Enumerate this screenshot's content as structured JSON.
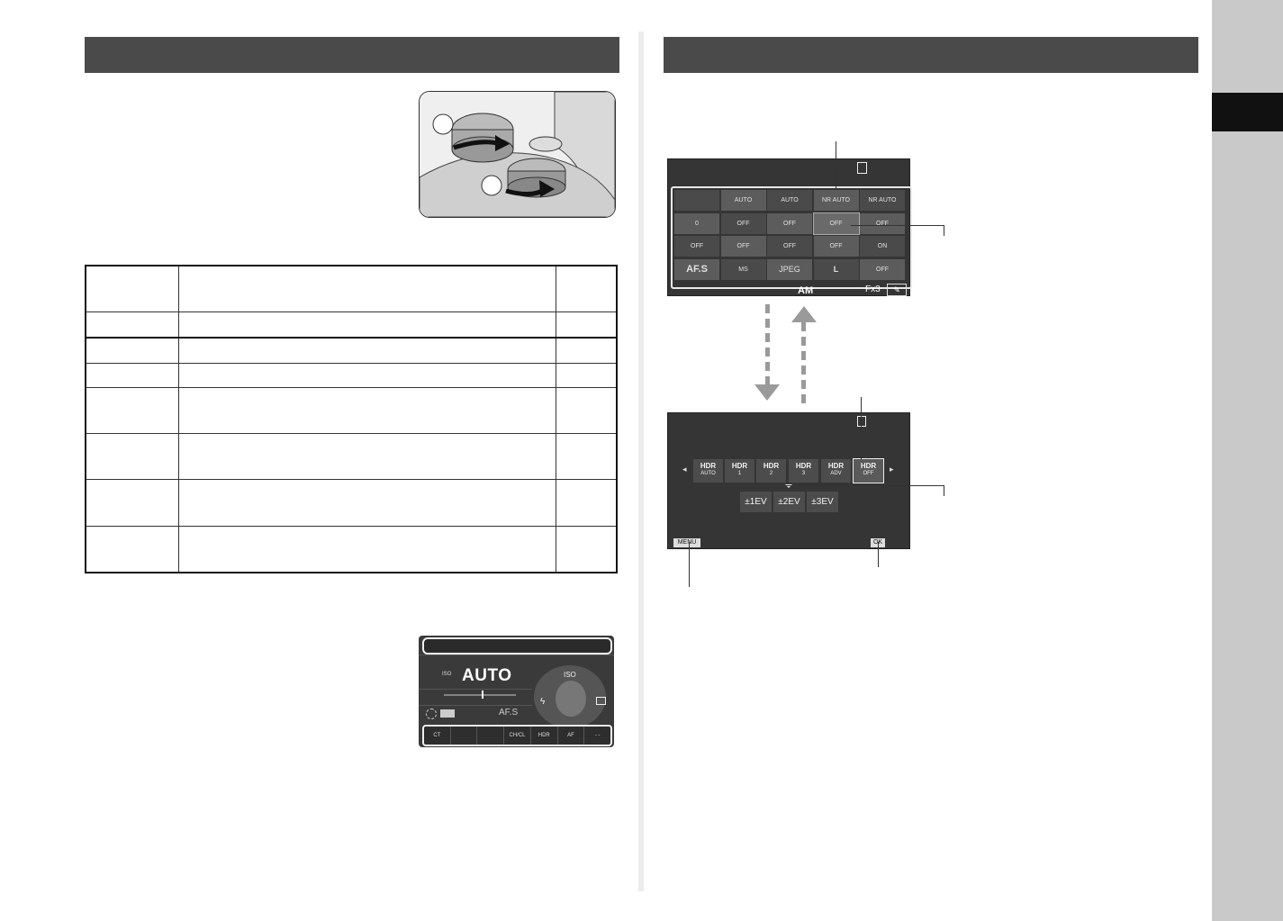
{
  "left_screen": {
    "top_buttons": [
      {
        "label": "HDR",
        "sub": "AUTO"
      },
      {
        "label": "HDR",
        "sub": "1"
      },
      {
        "label": "HDR",
        "sub": "2"
      },
      {
        "label": "HDR",
        "sub": "3"
      },
      {
        "label": "HDR",
        "sub": "ADV"
      },
      {
        "label": "HDR",
        "sub": "OFF"
      }
    ],
    "ev_buttons": [
      "±1EV",
      "±2EV",
      "±3EV"
    ],
    "menu_label": "MENU",
    "ok_label": "OK"
  },
  "control_panel": {
    "cells": [
      "",
      "AUTO",
      "AUTO",
      "NR AUTO",
      "NR AUTO",
      "0",
      "OFF",
      "OFF",
      "OFF",
      "OFF",
      "OFF",
      "OFF",
      "OFF",
      "OFF",
      "ON",
      "AF.S",
      "MS",
      "JPEG",
      "L",
      "OFF"
    ],
    "mode": "AM",
    "frame": "Fx3"
  },
  "status_screen": {
    "iso_label": "ISO",
    "iso_value": "AUTO",
    "af_mode": "AF.S",
    "iso_label_right": "ISO",
    "bottom_items": [
      "CT",
      "",
      "",
      "CH/CL",
      "HDR",
      "AF",
      "- -"
    ]
  },
  "colors": {
    "header_bar": "#4a4a4a",
    "side_strip": "#c9c9c9",
    "side_tab": "#111111",
    "screen_bg": "#353535"
  }
}
